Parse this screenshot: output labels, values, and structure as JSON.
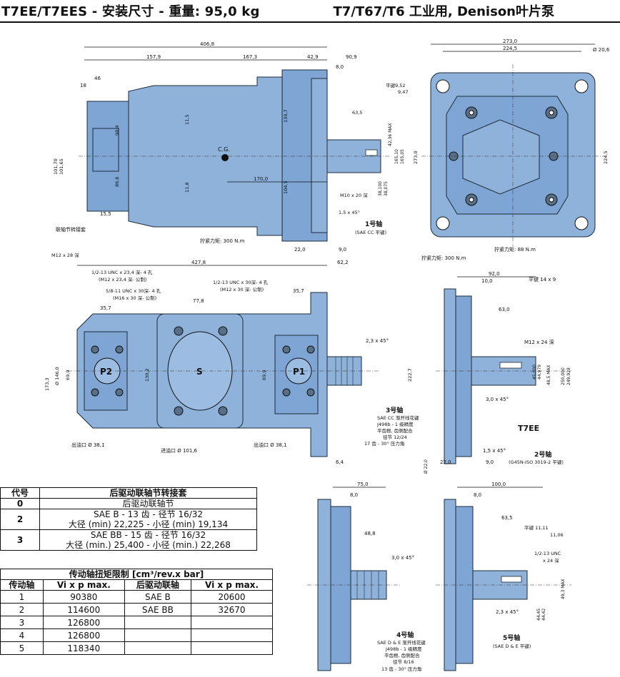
{
  "header": {
    "left_title": "T7EE/T7EES - 安装尺寸 - 重量: 95,0 kg",
    "right_title": "T7/T67/T6 工业用, Denison叶片泵"
  },
  "top_view": {
    "dims": [
      "406,8",
      "157,9",
      "167,3",
      "42,9",
      "90,9",
      "46",
      "18",
      "8,0",
      "101,70",
      "101,65",
      "98,4",
      "86,6",
      "11,5",
      "11,8",
      "15,5",
      "139,7",
      "104,5",
      "170,0",
      "22,0",
      "9,0",
      "C.G."
    ],
    "labels": {
      "coupling": "联轴节转接套",
      "torque": "拧紧力矩: 300 N.m"
    }
  },
  "shaft1": {
    "dims": [
      "平键9,52",
      "9,47",
      "63,5",
      "42,36 MAX",
      "165,10",
      "165,05",
      "38,100",
      "38,075",
      "M10 x 20 深",
      "1,5 x 45°"
    ],
    "title": "1号轴",
    "sub": "(SAE CC 平键)"
  },
  "front_view": {
    "dims": [
      "273,0",
      "224,5",
      "Ø 20,6",
      "273,0",
      "224,5"
    ],
    "torque_left": "拧紧力矩: 300 N.m",
    "torque_right": "拧紧力矩: 88 N.m"
  },
  "mid_view": {
    "dims": [
      "427,8",
      "62,2",
      "35,7",
      "77,8",
      "35,7",
      "173,3",
      "Ø 146,0",
      "69,9",
      "130,2",
      "69,9",
      "2,3 x 45°",
      "6,4"
    ],
    "callouts": [
      "M12 x 28 深",
      "1/2-13 UNC x 23,4 深- 4 孔",
      "(M12 x 23,4 深- 公制)",
      "5/8-11 UNC x 30深- 4 孔",
      "(M16 x 30 深- 公制)",
      "1/2-13 UNC x 30深- 4 孔",
      "(M12 x 30 深- 公制)"
    ],
    "ports": [
      "P2",
      "S",
      "P1"
    ],
    "outlet_left": "出油口 Ø 38,1",
    "inlet": "进油口 Ø 101,6",
    "outlet_right": "出油口 Ø 38,1"
  },
  "shaft3": {
    "title": "3号轴",
    "lines": [
      "SAE CC 渐开线花键",
      "J498b - 1 级精度",
      "平齿根, 齿侧配合",
      "径节 12/24",
      "17 齿 - 30° 压力角"
    ]
  },
  "shaft2": {
    "dims": [
      "92,0",
      "10,0",
      "平键 14 x 9",
      "63,0",
      "M12 x 24 深",
      "222,7",
      "45,000",
      "44,979",
      "48,5 MAX",
      "250,000",
      "249,928",
      "3,0 x 45°",
      "1,5 x 45°",
      "Ø 22,0",
      "22,0",
      "9,0"
    ],
    "model": "T7EE",
    "title": "2号轴",
    "sub": "(G45N-ISO 3019-2 平键)"
  },
  "shaft4": {
    "dims": [
      "75,0",
      "8,0",
      "48,8",
      "3,0 x 45°"
    ],
    "title": "4号轴",
    "lines": [
      "SAE D & E 渐开线花键",
      "J498b - 1 级精度",
      "平齿根, 齿侧配合",
      "径节 8/16",
      "13 齿 - 30° 压力角"
    ]
  },
  "shaft5": {
    "dims": [
      "100,0",
      "8,0",
      "63,5",
      "平键 11,11",
      "11,06",
      "1/2-13 UNC",
      "x 24 深",
      "49,3 MAX",
      "44,45",
      "44,42",
      "2,3 x 45°"
    ],
    "title": "5号轴",
    "sub": "(SAE D & E 平键)"
  },
  "coupling_table": {
    "headers": [
      "代号",
      "后驱动联轴节转接套"
    ],
    "rows": [
      {
        "code": "0",
        "lines": [
          "后驱动联轴节"
        ]
      },
      {
        "code": "2",
        "lines": [
          "SAE B - 13  齿 - 径节 16/32",
          "大径 (min) 22,225 - 小径 (min) 19,134"
        ]
      },
      {
        "code": "3",
        "lines": [
          "SAE BB - 15  齿 - 径节 16/32",
          "大径 (min.) 25,400 - 小径 (min.) 22,268"
        ]
      }
    ]
  },
  "torque_table": {
    "title": "传动轴扭矩限制 [cm³/rev.x bar]",
    "headers": [
      "传动轴",
      "Vi x p max.",
      "后驱动联轴",
      "Vi x p max."
    ],
    "rows": [
      [
        "1",
        "90380",
        "SAE B",
        "20600"
      ],
      [
        "2",
        "114600",
        "SAE BB",
        "32670"
      ],
      [
        "3",
        "126800",
        "",
        ""
      ],
      [
        "4",
        "126800",
        "",
        ""
      ],
      [
        "5",
        "118340",
        "",
        ""
      ]
    ]
  }
}
